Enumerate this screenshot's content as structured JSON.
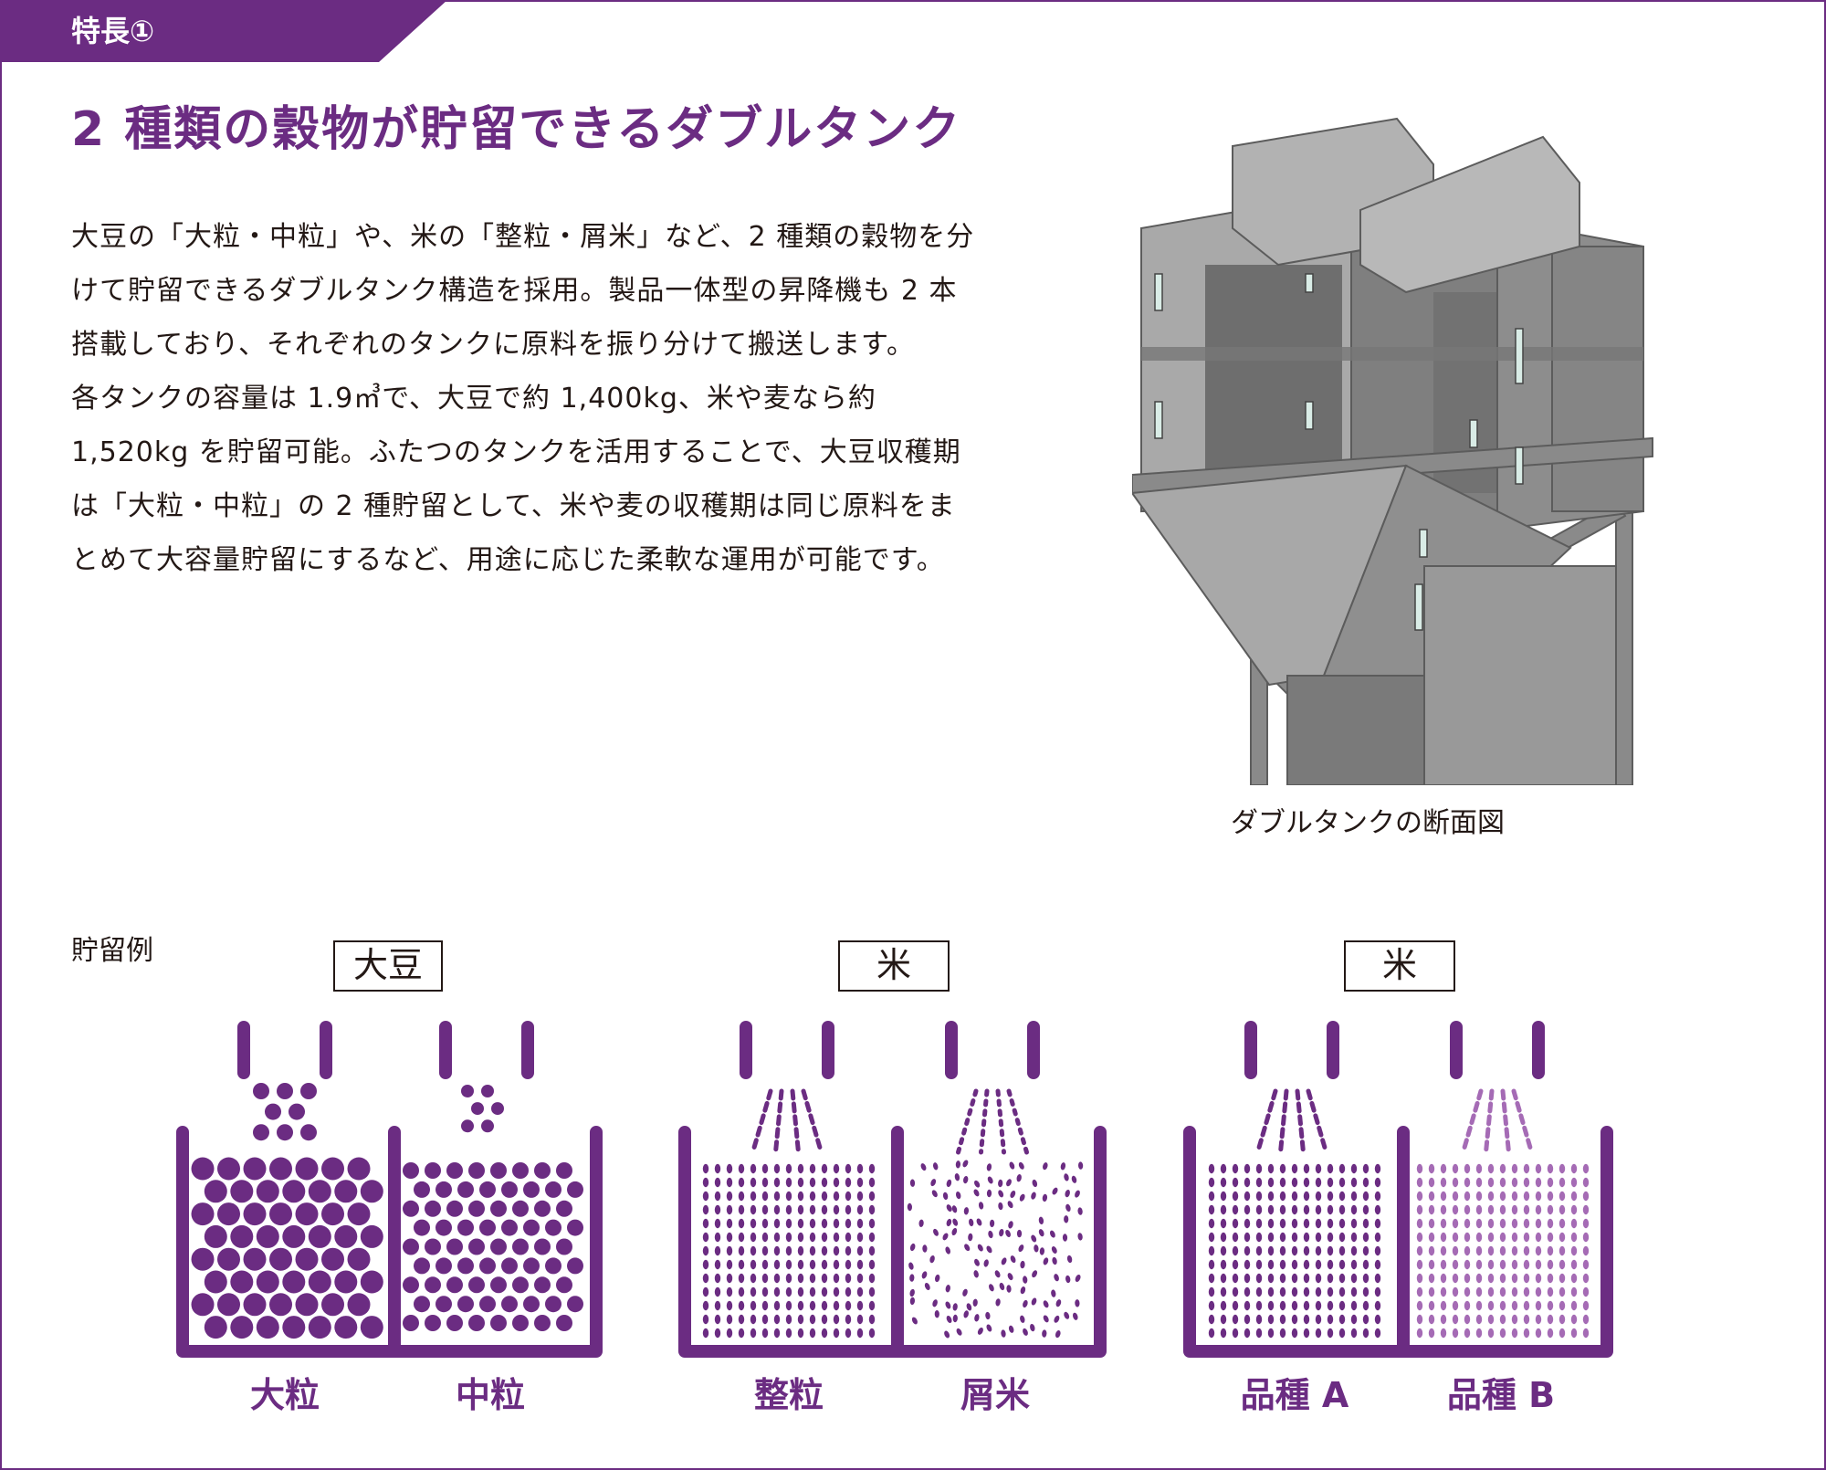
{
  "header": {
    "tab_label": "特長①",
    "headline": "2 種類の穀物が貯留できるダブルタンク"
  },
  "body": {
    "paragraph1": "大豆の「大粒・中粒」や、米の「整粒・屑米」など、2 種類の穀物を分けて貯留できるダブルタンク構造を採用。製品一体型の昇降機も 2 本搭載しており、それぞれのタンクに原料を振り分けて搬送します。",
    "paragraph2": "各タンクの容量は 1.9㎥で、大豆で約 1,400kg、米や麦なら約 1,520kg を貯留可能。ふたつのタンクを活用することで、大豆収穫期は「大粒・中粒」の 2 種貯留として、米や麦の収穫期は同じ原料をまとめて大容量貯留にするなど、用途に応じた柔軟な運用が可能です。"
  },
  "figure": {
    "caption": "ダブルタンクの断面図"
  },
  "storage_examples": {
    "label": "貯留例",
    "groups": [
      {
        "heading": "大豆",
        "left": "大粒",
        "right": "中粒"
      },
      {
        "heading": "米",
        "left": "整粒",
        "right": "屑米"
      },
      {
        "heading": "米",
        "left": "品種 A",
        "right": "品種 B"
      }
    ]
  },
  "colors": {
    "accent": "#6b2c82",
    "accent_light": "#a56bb5",
    "text": "#231815",
    "tank_gray": "#8c8c8c"
  }
}
